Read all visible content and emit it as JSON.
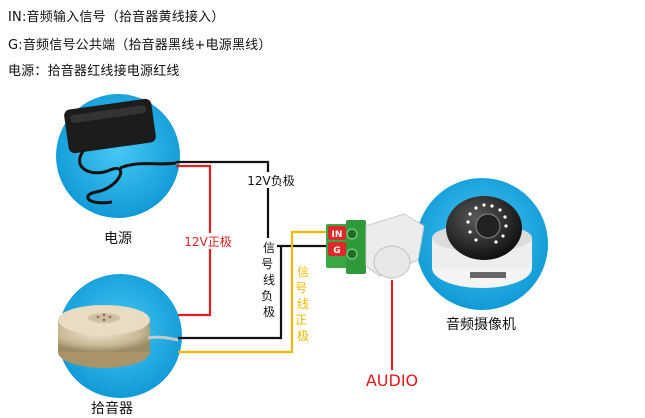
{
  "notes": {
    "line1": "IN:音频输入信号（拾音器黄线接入）",
    "line2": "G:音频信号公共端（拾音器黑线+电源黑线）",
    "line3": "电源：拾音器红线接电源红线"
  },
  "labels": {
    "power": "电源",
    "pickup": "拾音器",
    "camera": "音频摄像机",
    "neg_12v": "12V负极",
    "pos_12v": "12V正极",
    "signal_neg": "信号线负极",
    "signal_pos": "信号线正极",
    "audio": "AUDIO",
    "terminal_in": "IN",
    "terminal_g": "G"
  },
  "colors": {
    "red_wire": "#e02020",
    "black_wire": "#111111",
    "yellow_wire": "#f0b800",
    "circle_blue": "#1ab0e8",
    "terminal_green": "#3aa845",
    "terminal_red": "#e02828",
    "audio_red": "#e01818"
  }
}
